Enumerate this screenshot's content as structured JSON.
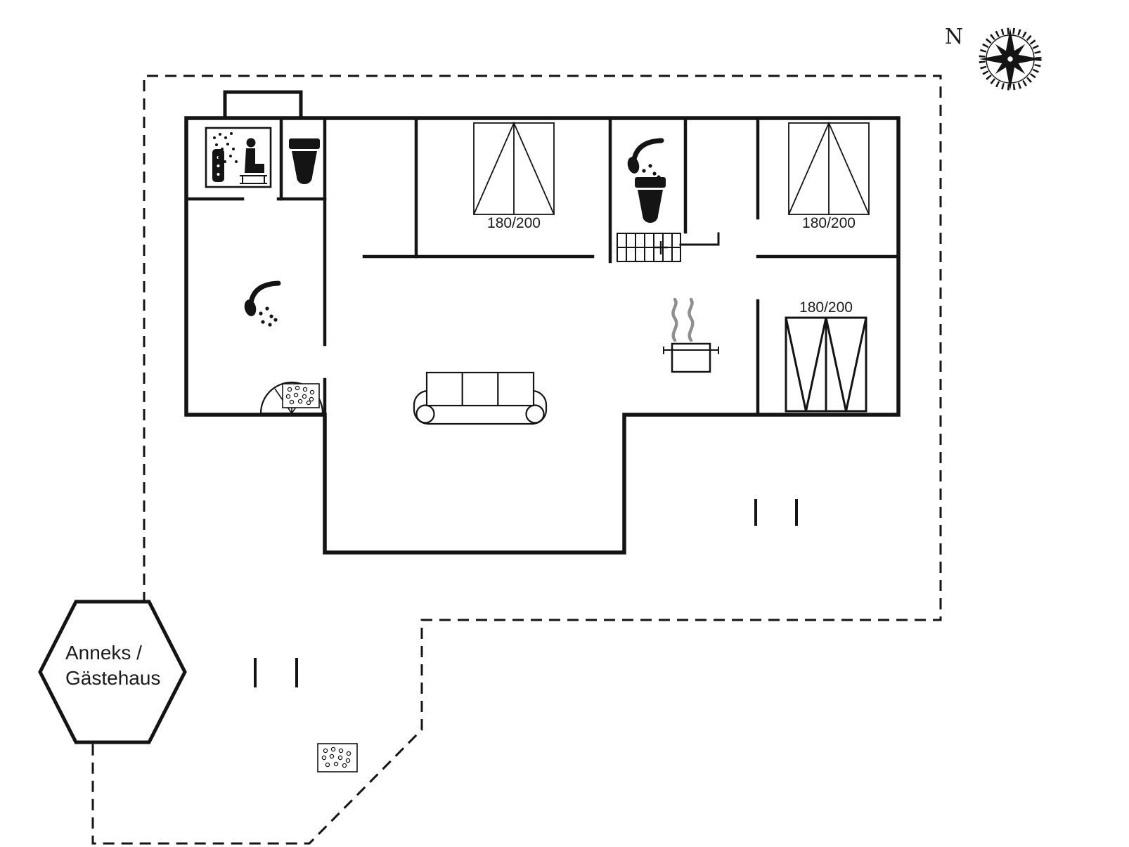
{
  "compass": {
    "north_label": "N"
  },
  "beds": [
    {
      "size": "180/200"
    },
    {
      "size": "180/200"
    },
    {
      "size": "180/200"
    }
  ],
  "annex": {
    "line1": "Anneks /",
    "line2": "Gästehaus"
  },
  "colors": {
    "line": "#141414",
    "steam_gray": "#8f8f8f",
    "background": "#ffffff"
  }
}
